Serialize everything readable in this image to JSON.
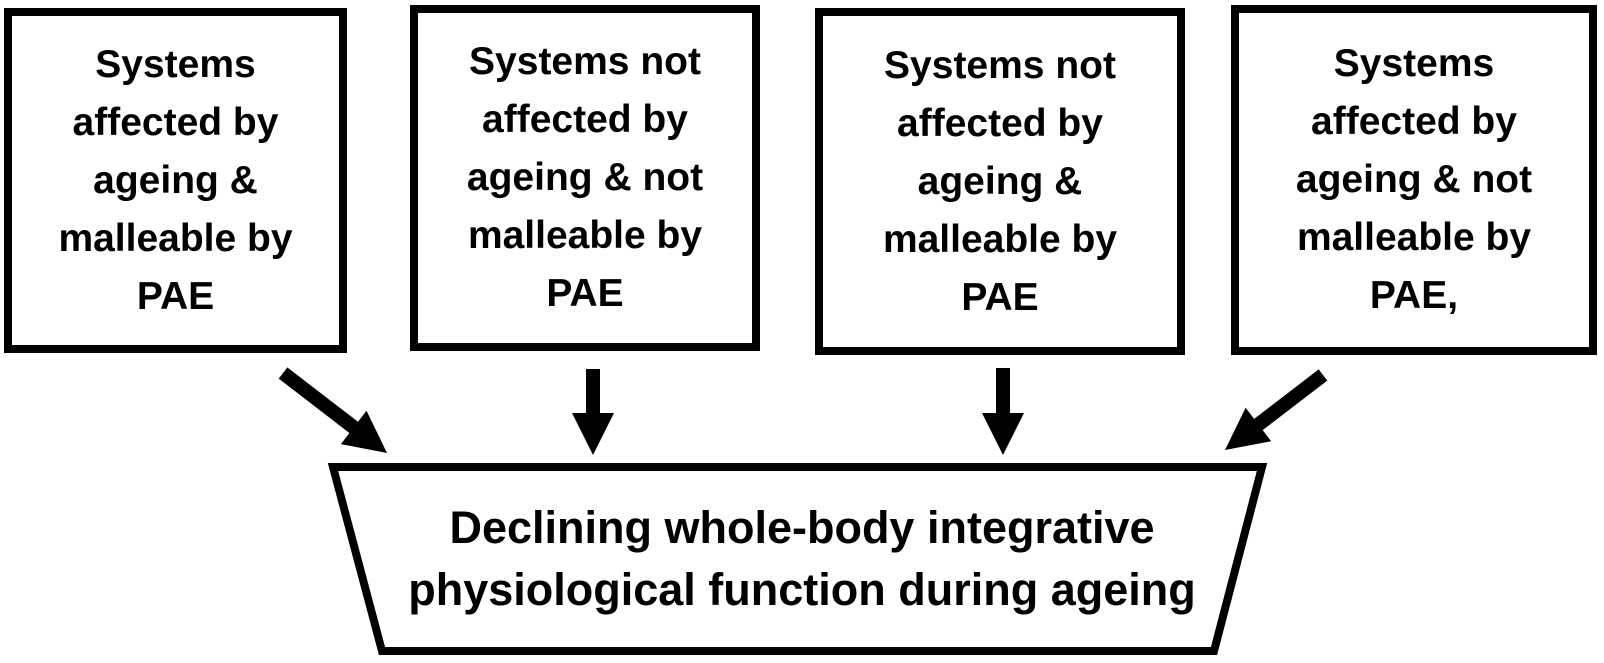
{
  "diagram": {
    "boxes": [
      {
        "id": "affected-malleable",
        "text": "Systems\naffected by\nageing &\nmalleable by\nPAE"
      },
      {
        "id": "not-affected-not-malleable",
        "text": "Systems not\naffected by\nageing & not\nmalleable by\nPAE"
      },
      {
        "id": "not-affected-malleable",
        "text": "Systems not\naffected by\nageing &\nmalleable by\nPAE"
      },
      {
        "id": "affected-not-malleable",
        "text": "Systems\naffected by\nageing & not\nmalleable by\nPAE,"
      }
    ],
    "outcome": {
      "text": "Declining whole-body integrative\nphysiological function during ageing"
    },
    "arrows": [
      {
        "from": "box-1",
        "to": "outcome",
        "direction": "down-right"
      },
      {
        "from": "box-2",
        "to": "outcome",
        "direction": "down"
      },
      {
        "from": "box-3",
        "to": "outcome",
        "direction": "down"
      },
      {
        "from": "box-4",
        "to": "outcome",
        "direction": "down-left"
      }
    ],
    "colors": {
      "stroke": "#000000",
      "text": "#000000",
      "background": "#ffffff"
    }
  }
}
